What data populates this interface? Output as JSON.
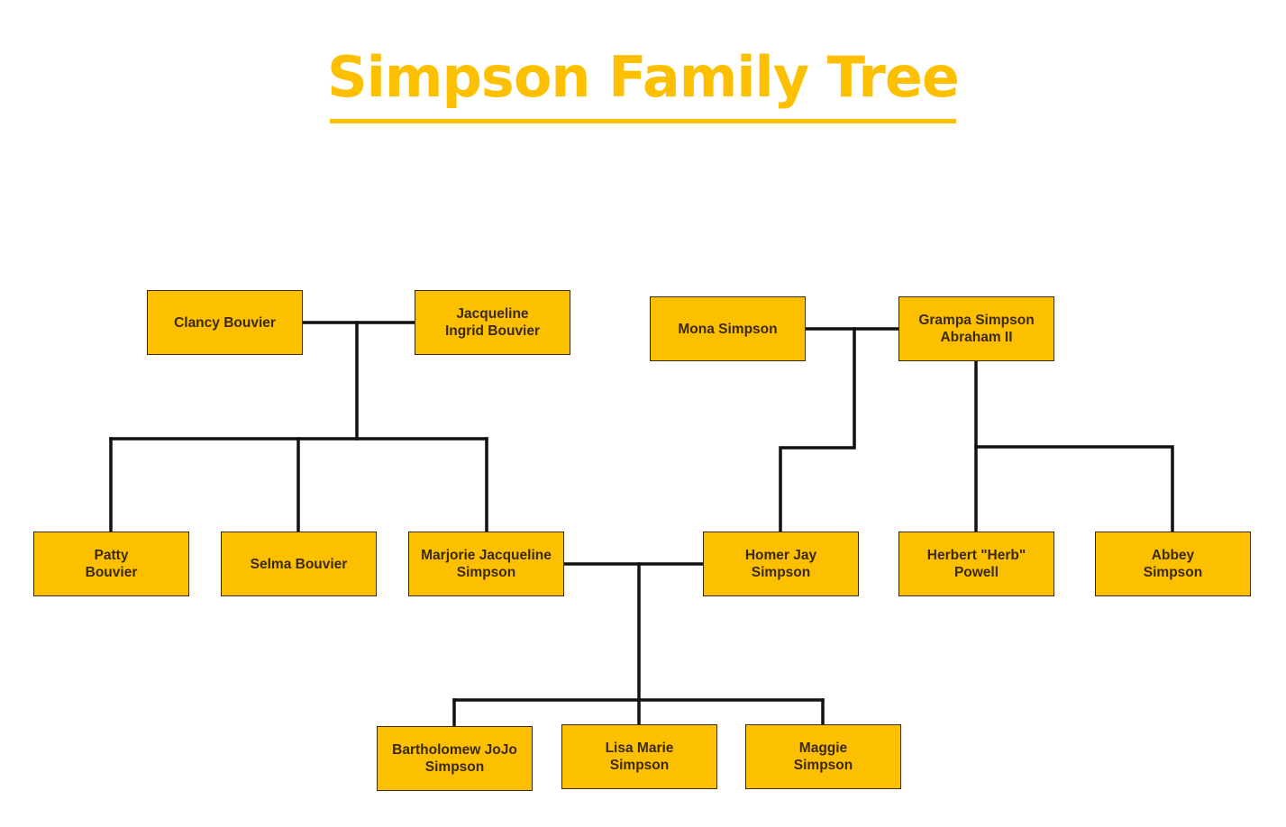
{
  "title": "Simpson Family Tree",
  "colors": {
    "accent": "#fdc000",
    "node_fill": "#fdc000",
    "node_text": "#3b2a12",
    "connector": "#111111"
  },
  "people": {
    "clancy": "Clancy Bouvier",
    "jacqueline": "Jacqueline\nIngrid Bouvier",
    "mona": "Mona Simpson",
    "grampa": "Grampa Simpson\nAbraham II",
    "patty": "Patty\nBouvier",
    "selma": "Selma Bouvier",
    "marge": "Marjorie Jacqueline\nSimpson",
    "homer": "Homer Jay\nSimpson",
    "herb": "Herbert \"Herb\"\nPowell",
    "abbey": "Abbey\nSimpson",
    "bart": "Bartholomew JoJo\nSimpson",
    "lisa": "Lisa Marie\nSimpson",
    "maggie": "Maggie\nSimpson"
  },
  "relationships": [
    {
      "type": "couple",
      "members": [
        "clancy",
        "jacqueline"
      ],
      "children": [
        "patty",
        "selma",
        "marge"
      ]
    },
    {
      "type": "couple",
      "members": [
        "mona",
        "grampa"
      ],
      "children": [
        "homer"
      ]
    },
    {
      "type": "parent",
      "members": [
        "grampa"
      ],
      "children": [
        "herb",
        "abbey"
      ]
    },
    {
      "type": "couple",
      "members": [
        "marge",
        "homer"
      ],
      "children": [
        "bart",
        "lisa",
        "maggie"
      ]
    }
  ]
}
